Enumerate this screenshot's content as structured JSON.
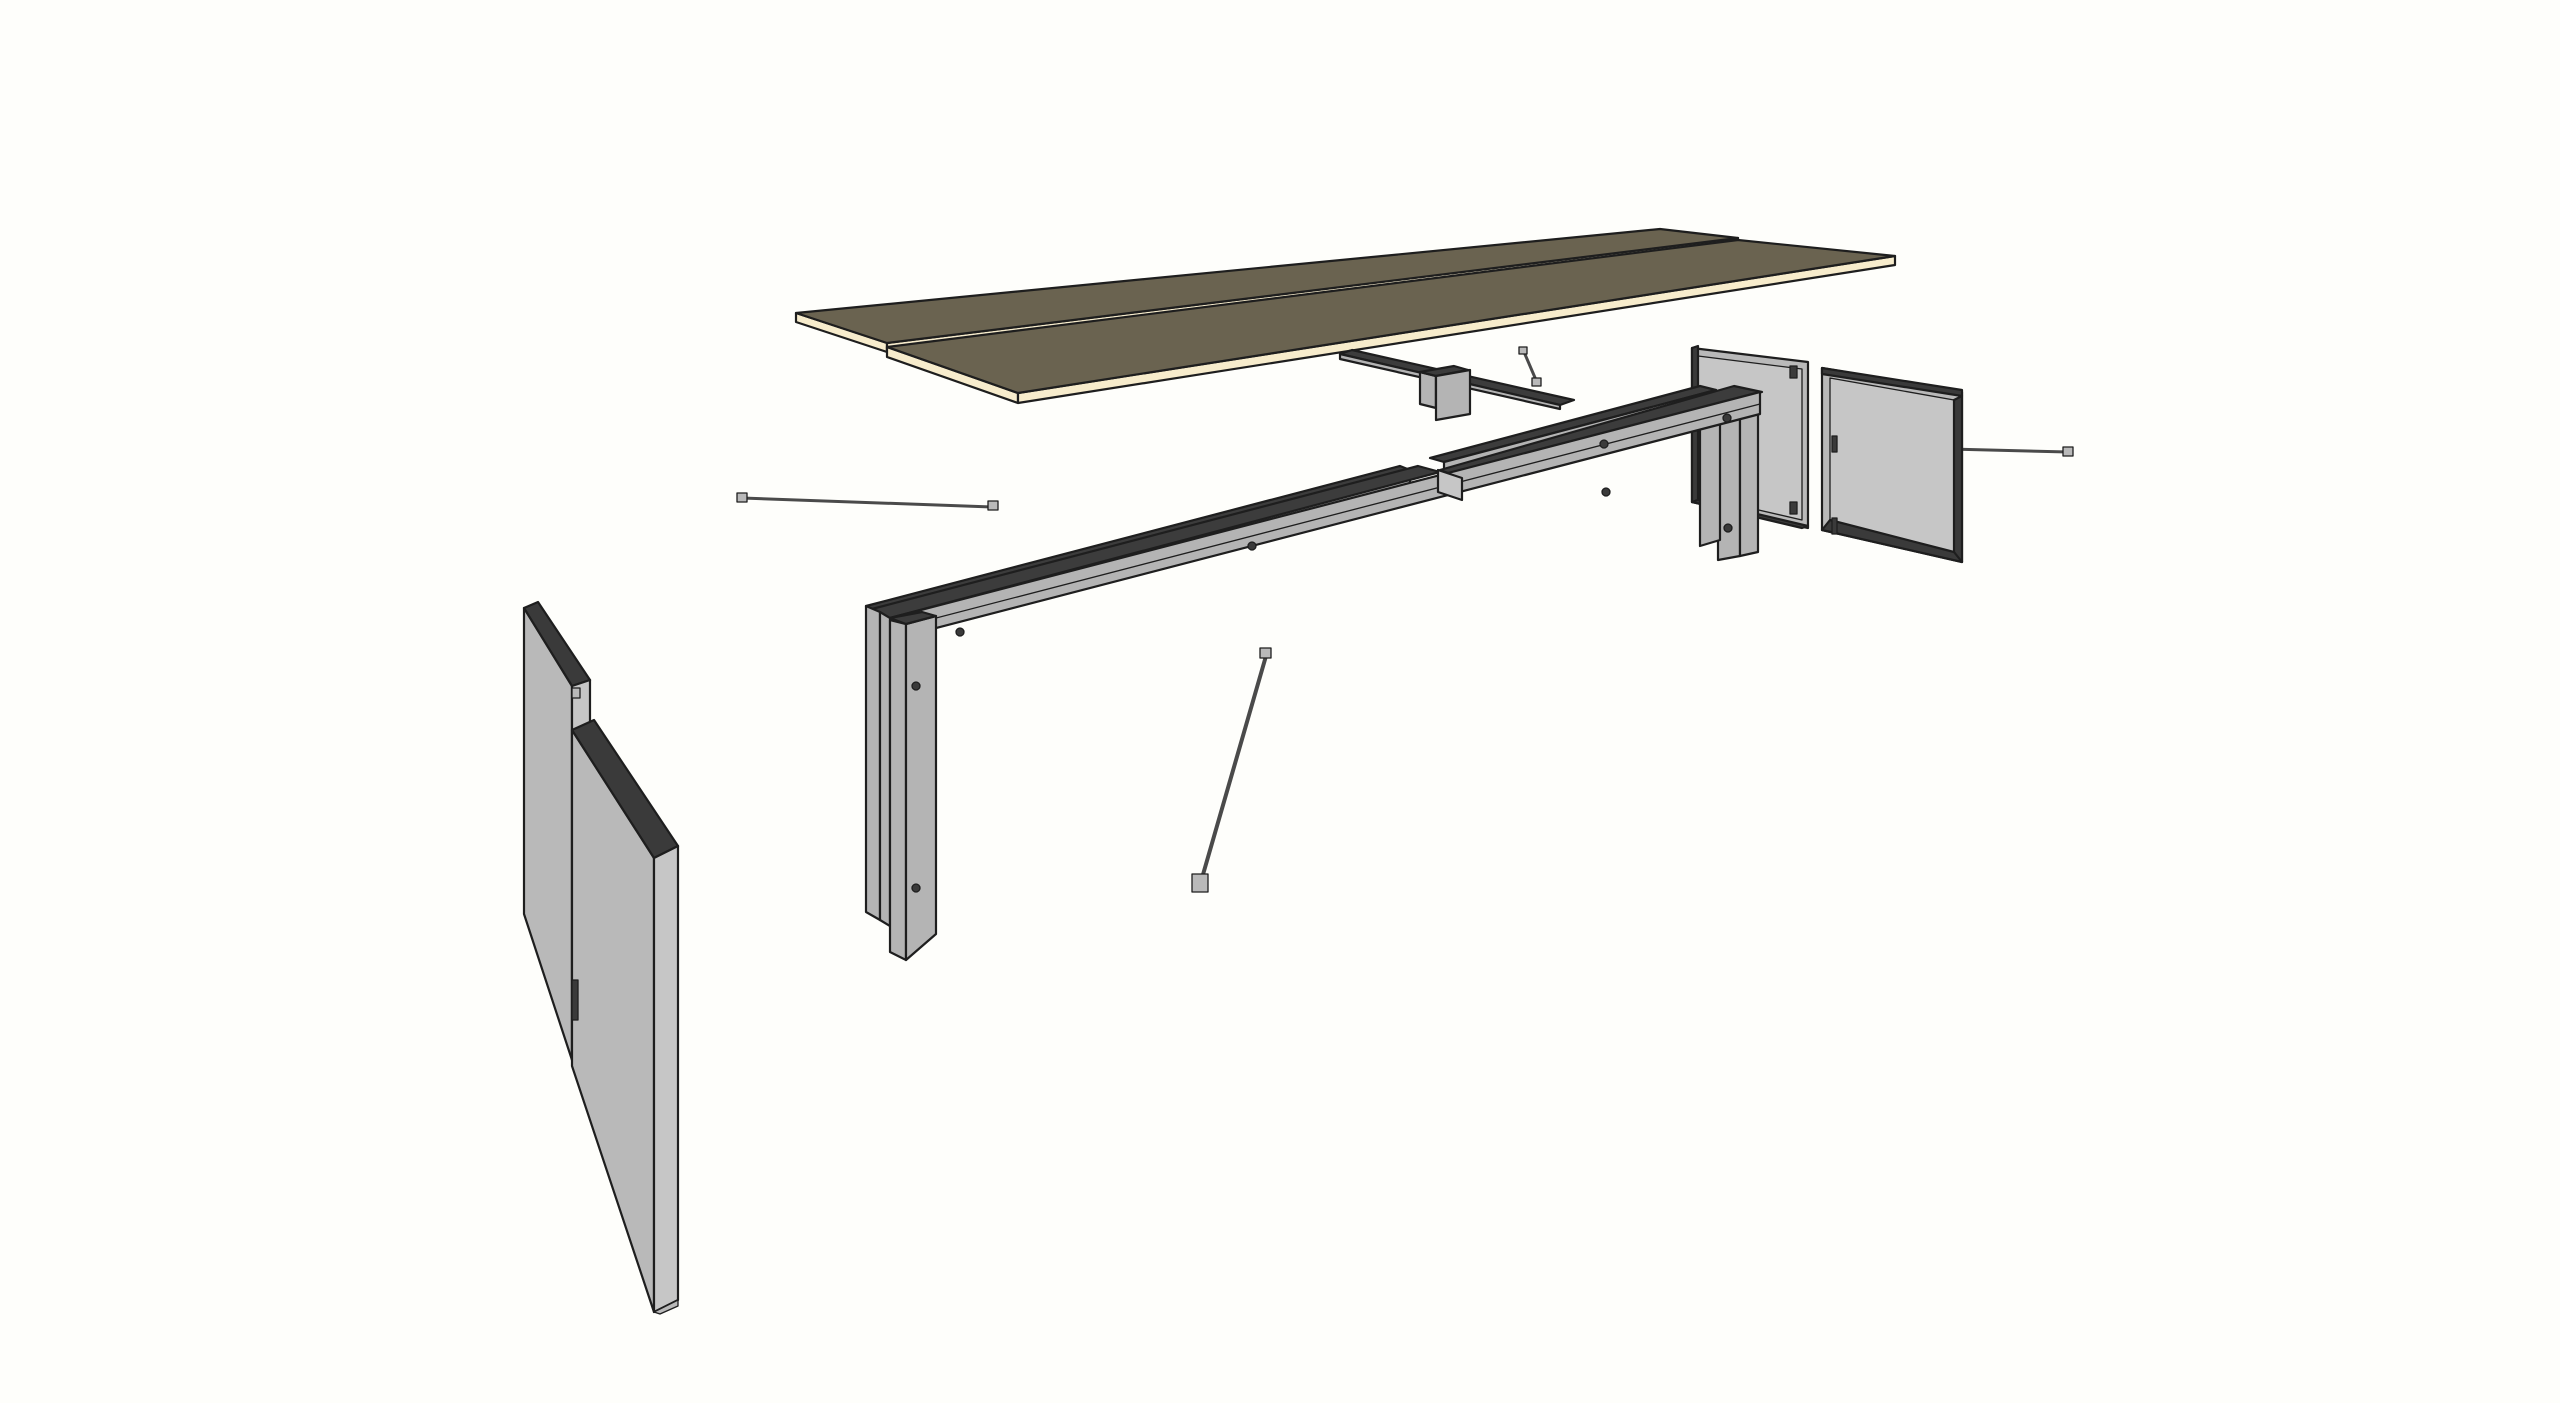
{
  "diagram": {
    "type": "exploded-assembly-view",
    "background_color": "#fefefb",
    "colors": {
      "tabletop_face": "#6a6350",
      "tabletop_edge": "#f7eccc",
      "panel_face": "#b9b9b9",
      "panel_face_light": "#c6c6c6",
      "panel_edge_dark": "#3a3a3a",
      "frame_top": "#3c3c3c",
      "frame_side": "#b4b4b4",
      "rod": "#4a4a4a",
      "outline": "#1e1e1e"
    },
    "components": [
      {
        "id": "tabletop-left-half",
        "kind": "board"
      },
      {
        "id": "tabletop-right-half",
        "kind": "board"
      },
      {
        "id": "center-bracket",
        "kind": "bracket"
      },
      {
        "id": "small-pin",
        "kind": "fastener"
      },
      {
        "id": "long-beam-frame",
        "kind": "frame"
      },
      {
        "id": "right-end-panel-back",
        "kind": "panel"
      },
      {
        "id": "right-end-panel-front",
        "kind": "panel"
      },
      {
        "id": "left-leg-panel-back",
        "kind": "panel"
      },
      {
        "id": "left-leg-panel-front",
        "kind": "panel"
      },
      {
        "id": "tie-rod-left",
        "kind": "rod"
      },
      {
        "id": "tie-rod-right",
        "kind": "rod"
      },
      {
        "id": "tie-rod-center",
        "kind": "rod"
      }
    ]
  }
}
